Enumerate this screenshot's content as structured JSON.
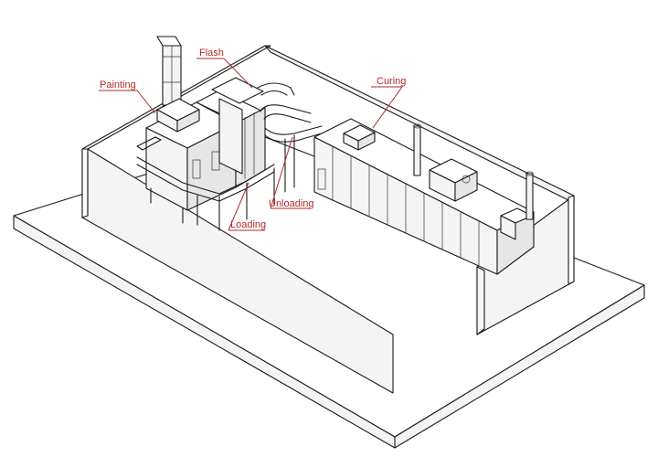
{
  "labels": {
    "painting": "Painting",
    "flash": "Flash",
    "curing": "Curing",
    "unloading": "Unloading",
    "loading": "Loading"
  },
  "colors": {
    "callout": "#b02a2a",
    "line": "#1a1a1a"
  }
}
